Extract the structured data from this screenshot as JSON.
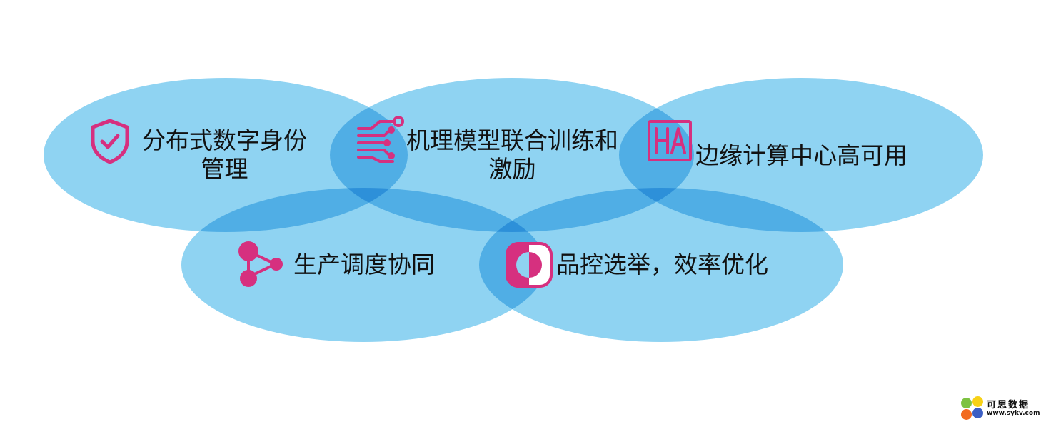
{
  "colors": {
    "ellipse_fill": "#8fd3f2",
    "icon": "#d6307f",
    "text": "#111111"
  },
  "nodes": [
    {
      "id": "distributed-identity",
      "icon": "shield-check-icon",
      "lines": [
        "分布式数字身份",
        "管理"
      ]
    },
    {
      "id": "model-training",
      "icon": "circuit-icon",
      "lines": [
        "机理模型联合训练和",
        "激励"
      ]
    },
    {
      "id": "edge-ha",
      "icon": "ha-icon",
      "lines": [
        "边缘计算中心高可用"
      ]
    },
    {
      "id": "production-scheduling",
      "icon": "share-nodes-icon",
      "lines": [
        "生产调度协同"
      ]
    },
    {
      "id": "quality-control",
      "icon": "half-circle-icon",
      "lines": [
        "品控选举，效率优化"
      ]
    }
  ],
  "watermark": {
    "brand": "可思数据",
    "url": "www.sykv.com",
    "dot_colors": [
      "#7dc242",
      "#f7d117",
      "#f26b21",
      "#3b5ec4"
    ]
  }
}
